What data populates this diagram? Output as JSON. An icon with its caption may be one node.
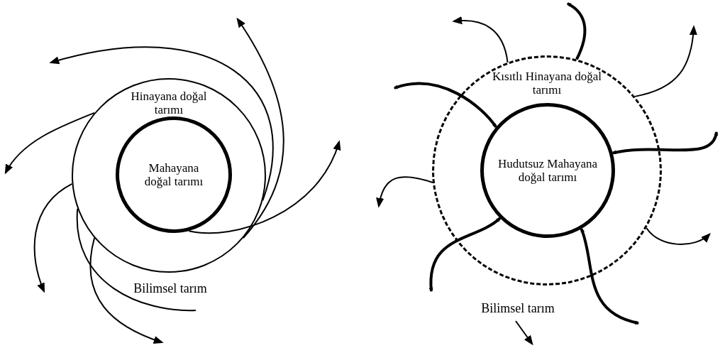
{
  "diagram": {
    "nodes": [
      {
        "text": [
          "Hinayana doğal tarımı"
        ]
      },
      {
        "text": [
          "Mahayana doğal tarımı"
        ],
        "in": 0
      },
      {
        "text": [
          "Kısıtlı Hinayana doğal tarımı"
        ]
      },
      {
        "text": [
          "Hudutsuz Mahayana doğal tarımı"
        ],
        "in": 2
      }
    ],
    "edges": [
      {
        "from": 1,
        "to": null,
        "arrow": "to"
      },
      {
        "from": 0,
        "to": null,
        "arrow": "to"
      },
      {
        "from": 0,
        "to": null,
        "arrow": "to"
      },
      {
        "from": 0,
        "to": null,
        "arrow": "to"
      },
      {
        "from": 0,
        "to": null,
        "arrow": "to"
      },
      {
        "from": 0,
        "to": null,
        "arrow": "to"
      },
      {
        "from": 0,
        "to": null,
        "arrow": "none"
      },
      {
        "from": null,
        "to": 3,
        "arrow": "both",
        "style": "thick"
      },
      {
        "from": null,
        "to": 3,
        "arrow": "both",
        "style": "thick"
      },
      {
        "from": null,
        "to": 3,
        "arrow": "both",
        "style": "thick"
      },
      {
        "from": null,
        "to": 3,
        "arrow": "both",
        "style": "thick"
      },
      {
        "from": 2,
        "to": null,
        "arrow": "to",
        "style": "thick"
      },
      {
        "from": 2,
        "to": null,
        "arrow": "to"
      },
      {
        "from": 2,
        "to": null,
        "arrow": "to"
      },
      {
        "from": 2,
        "to": null,
        "arrow": "to"
      },
      {
        "from": 2,
        "to": null,
        "arrow": "to"
      }
    ],
    "labels": [
      "Bilimsel tarım",
      "Bilimsel tarım"
    ]
  }
}
